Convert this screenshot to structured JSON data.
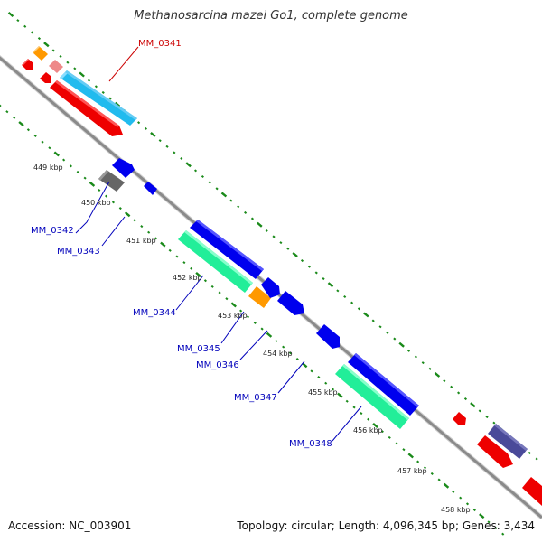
{
  "title": "Methanosarcina mazei Go1, complete genome",
  "footer": {
    "accession": "Accession: NC_003901",
    "summary": "Topology: circular; Length: 4,096,345 bp; Genes: 3,434"
  },
  "colors": {
    "backbone": "#8a8a8a",
    "tick": "#1a8a1a",
    "forward_label": "#cc0000",
    "reverse_label": "#0000bb",
    "red": "#ee0000",
    "blue": "#0000ee",
    "cyan": "#22bbee",
    "spring": "#22ee99",
    "orange": "#ff9900",
    "pink": "#ee8888",
    "gray": "#666666",
    "slate": "#4a4a99"
  },
  "kbp_labels": [
    "449 kbp",
    "450 kbp",
    "451 kbp",
    "452 kbp",
    "453 kbp",
    "454 kbp",
    "455 kbp",
    "456 kbp",
    "457 kbp",
    "458 kbp"
  ],
  "gene_labels": [
    {
      "id": "MM_0341",
      "strand": "forward"
    },
    {
      "id": "MM_0342",
      "strand": "reverse"
    },
    {
      "id": "MM_0343",
      "strand": "reverse"
    },
    {
      "id": "MM_0344",
      "strand": "reverse"
    },
    {
      "id": "MM_0345",
      "strand": "reverse"
    },
    {
      "id": "MM_0346",
      "strand": "reverse"
    },
    {
      "id": "MM_0347",
      "strand": "reverse"
    },
    {
      "id": "MM_0348",
      "strand": "reverse"
    }
  ]
}
